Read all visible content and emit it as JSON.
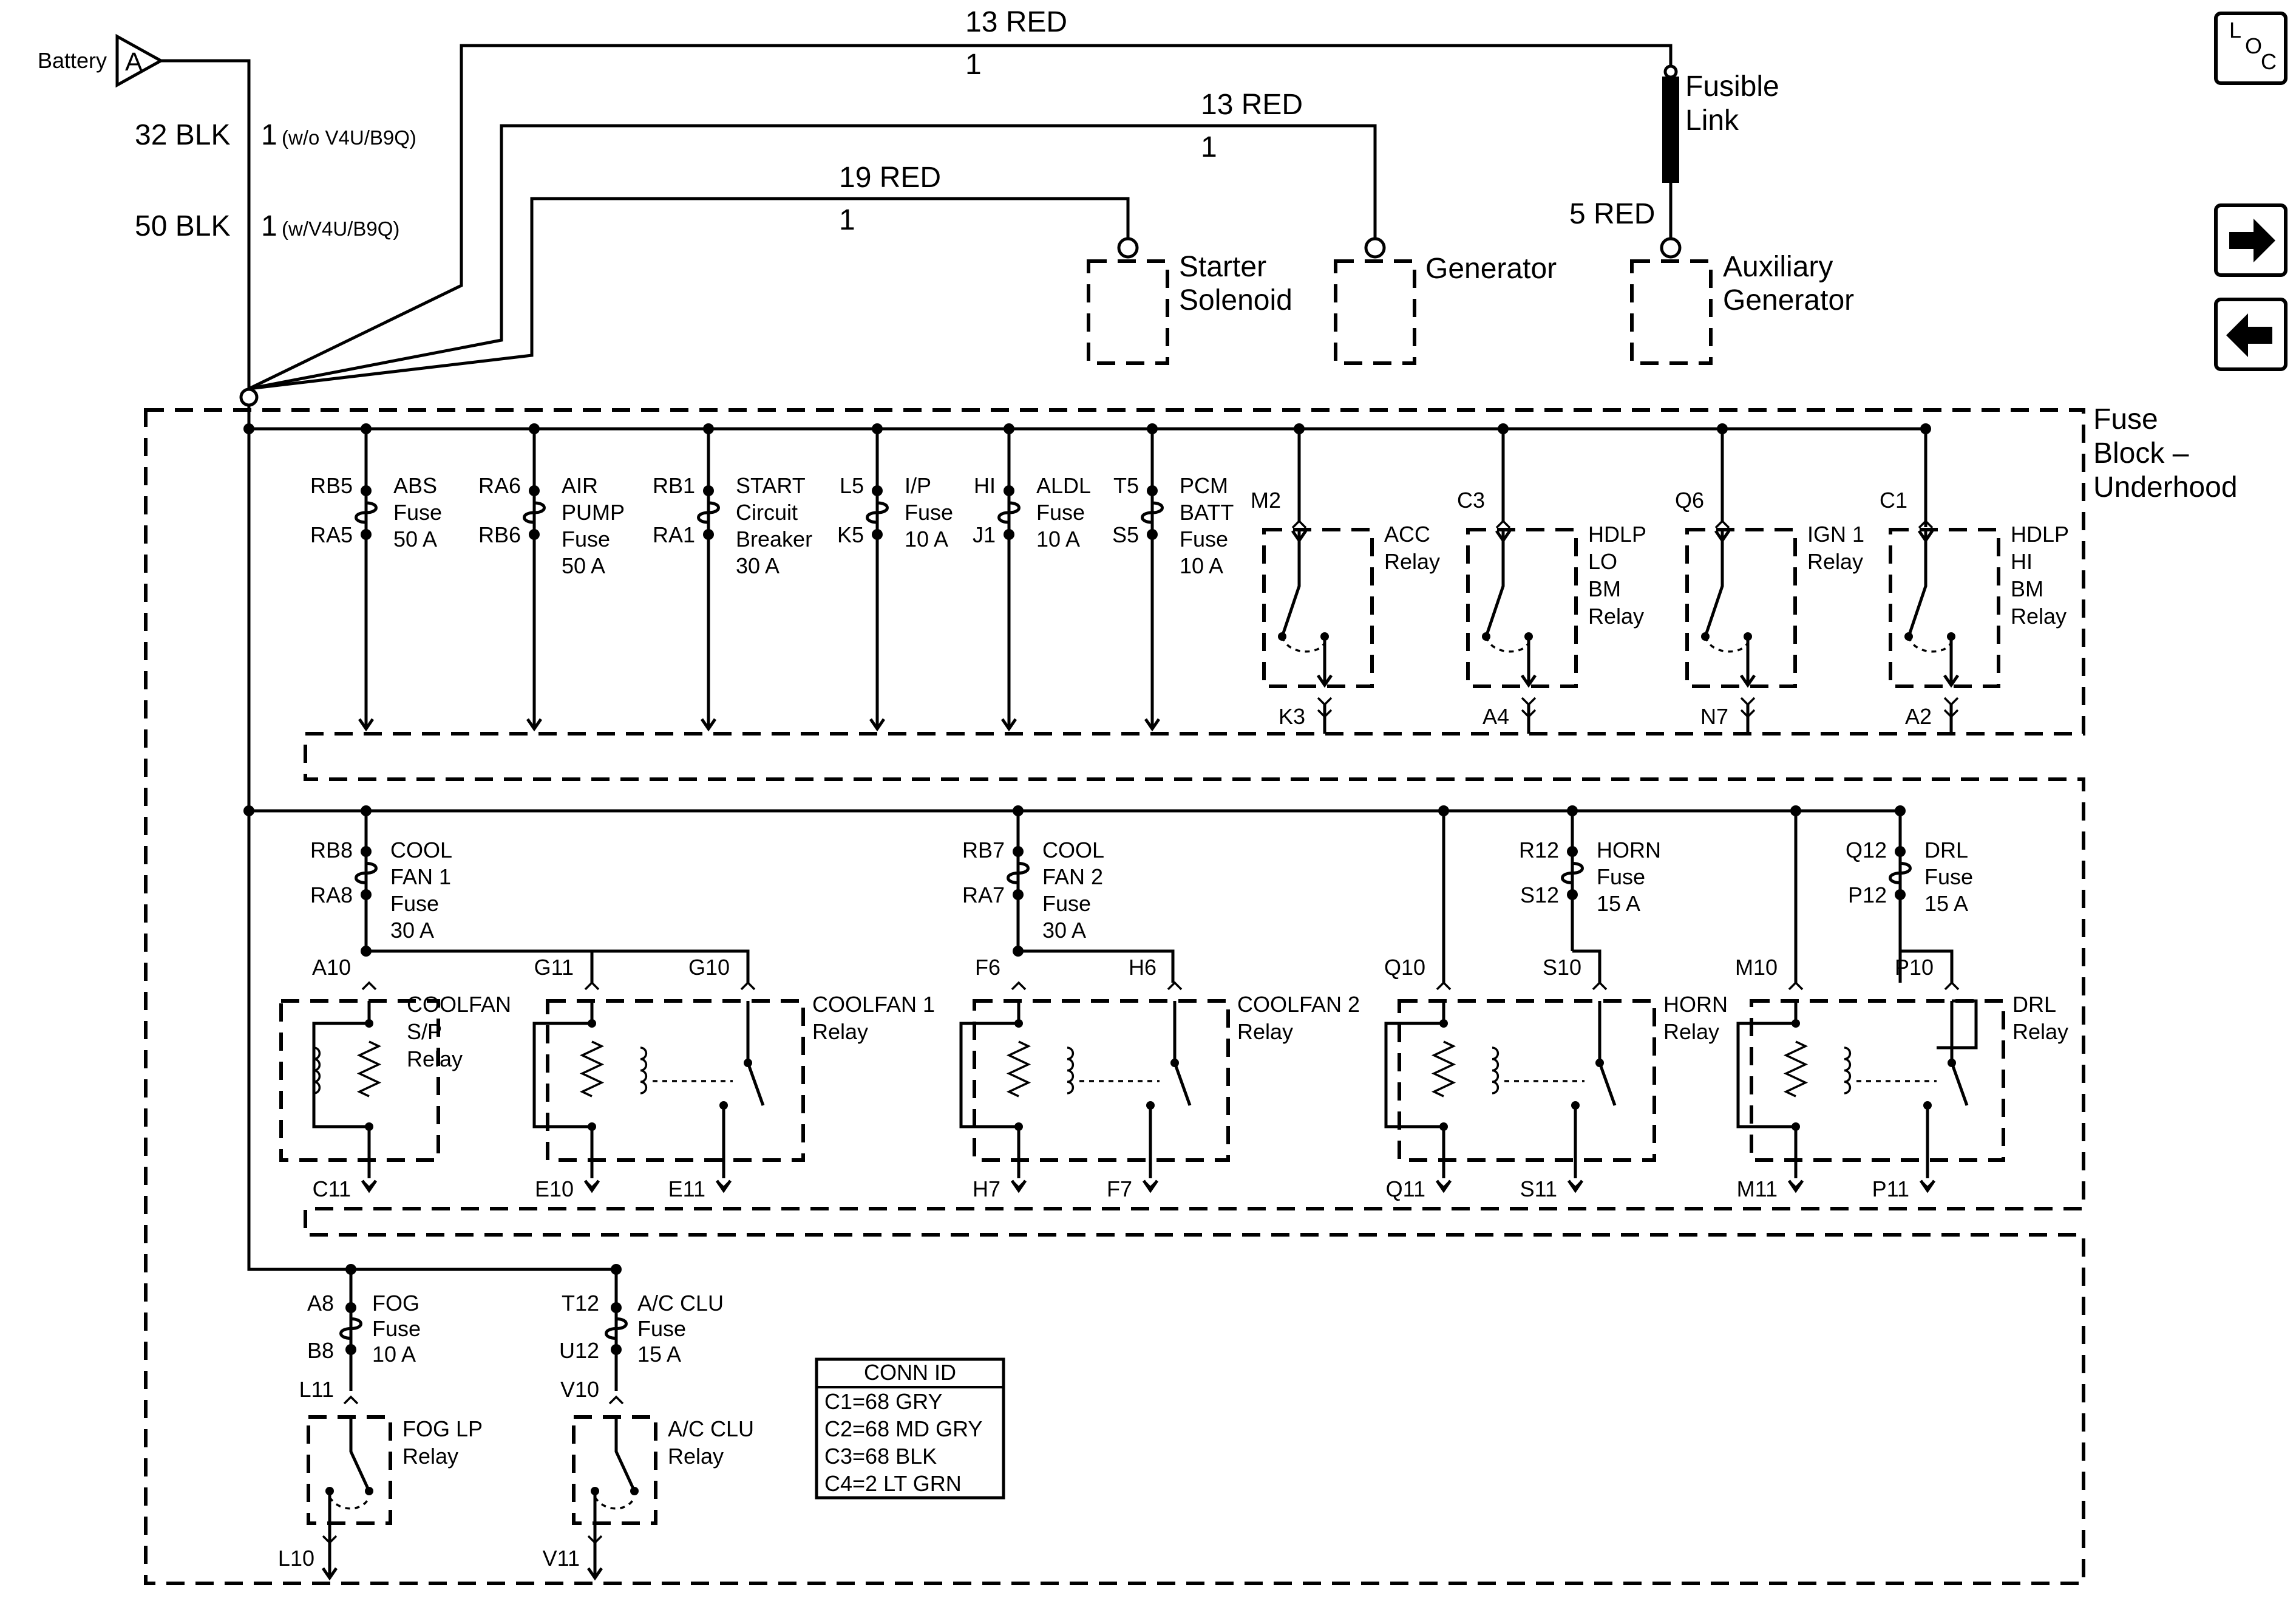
{
  "battery": {
    "label": "Battery",
    "connector": "A"
  },
  "feeds": {
    "w1": {
      "gauge": "32 BLK",
      "pin": "1",
      "option": "(w/o V4U/B9Q)"
    },
    "w2": {
      "gauge": "50 BLK",
      "pin": "1",
      "option": "(w/V4U/B9Q)"
    },
    "aux_wire": {
      "gauge": "13 RED",
      "pin": "1"
    },
    "gen_wire": {
      "gauge": "13 RED",
      "pin": "1"
    },
    "starter_wire": {
      "gauge": "19 RED",
      "pin": "1"
    },
    "fusible_gauge": "5 RED"
  },
  "fusible_link": [
    "Fusible",
    "Link"
  ],
  "components": {
    "starter": [
      "Starter",
      "Solenoid"
    ],
    "generator": "Generator",
    "aux_gen": [
      "Auxiliary",
      "Generator"
    ]
  },
  "fuse_block": [
    "Fuse",
    "Block –",
    "Underhood"
  ],
  "nav": {
    "loc": [
      "L",
      "O",
      "C"
    ],
    "next": "➡",
    "prev": "⬅"
  },
  "row1_fuses": [
    {
      "top": "RB5",
      "bot": "RA5",
      "label": [
        "ABS",
        "Fuse",
        "50 A"
      ]
    },
    {
      "top": "RA6",
      "bot": "RB6",
      "label": [
        "AIR",
        "PUMP",
        "Fuse",
        "50 A"
      ]
    },
    {
      "top": "RB1",
      "bot": "RA1",
      "label": [
        "START",
        "Circuit",
        "Breaker",
        "30 A"
      ]
    },
    {
      "top": "L5",
      "bot": "K5",
      "label": [
        "I/P",
        "Fuse",
        "10 A"
      ]
    },
    {
      "top": "HI",
      "bot": "J1",
      "label": [
        "ALDL",
        "Fuse",
        "10 A"
      ]
    },
    {
      "top": "T5",
      "bot": "S5",
      "label": [
        "PCM",
        "BATT",
        "Fuse",
        "10 A"
      ]
    }
  ],
  "row1_relays": [
    {
      "top": "M2",
      "bot": "K3",
      "label": [
        "ACC",
        "Relay"
      ]
    },
    {
      "top": "C3",
      "bot": "A4",
      "label": [
        "HDLP",
        "LO",
        "BM",
        "Relay"
      ]
    },
    {
      "top": "Q6",
      "bot": "N7",
      "label": [
        "IGN 1",
        "Relay"
      ]
    },
    {
      "top": "C1",
      "bot": "A2",
      "label": [
        "HDLP",
        "HI",
        "BM",
        "Relay"
      ]
    }
  ],
  "row2": {
    "cf1_fuse": {
      "top": "RB8",
      "bot": "RA8",
      "label": [
        "COOL",
        "FAN 1",
        "Fuse",
        "30 A"
      ]
    },
    "cf2_fuse": {
      "top": "RB7",
      "bot": "RA7",
      "label": [
        "COOL",
        "FAN 2",
        "Fuse",
        "30 A"
      ]
    },
    "horn_fuse": {
      "top": "R12",
      "bot": "S12",
      "label": [
        "HORN",
        "Fuse",
        "15 A"
      ]
    },
    "drl_fuse": {
      "top": "Q12",
      "bot": "P12",
      "label": [
        "DRL",
        "Fuse",
        "15 A"
      ]
    },
    "sp_relay": {
      "top": "A10",
      "bot": "C11",
      "label": [
        "COOLFAN",
        "S/P",
        "Relay"
      ]
    },
    "cf1_relay": {
      "top_a": "G11",
      "top_b": "G10",
      "bot_a": "E10",
      "bot_b": "E11",
      "label": [
        "COOLFAN 1",
        "Relay"
      ]
    },
    "cf2_relay": {
      "top_a": "F6",
      "top_b": "H6",
      "bot_a": "H7",
      "bot_b": "F7",
      "label": [
        "COOLFAN 2",
        "Relay"
      ]
    },
    "horn_relay": {
      "top_a": "Q10",
      "top_b": "S10",
      "bot_a": "Q11",
      "bot_b": "S11",
      "label": [
        "HORN",
        "Relay"
      ]
    },
    "drl_relay": {
      "top_a": "M10",
      "top_b": "P10",
      "bot_a": "M11",
      "bot_b": "P11",
      "label": [
        "DRL",
        "Relay"
      ]
    }
  },
  "row3": {
    "fog_fuse": {
      "top": "A8",
      "bot": "B8",
      "label": [
        "FOG",
        "Fuse",
        "10 A"
      ]
    },
    "ac_fuse": {
      "top": "T12",
      "bot": "U12",
      "label": [
        "A/C CLU",
        "Fuse",
        "15 A"
      ]
    },
    "fog_relay": {
      "top": "L11",
      "bot": "L10",
      "label": [
        "FOG LP",
        "Relay"
      ]
    },
    "ac_relay": {
      "top": "V10",
      "bot": "V11",
      "label": [
        "A/C CLU",
        "Relay"
      ]
    }
  },
  "conn_table": {
    "title": "CONN ID",
    "rows": [
      "C1=68 GRY",
      "C2=68 MD GRY",
      "C3=68 BLK",
      "C4=2 LT GRN"
    ]
  }
}
